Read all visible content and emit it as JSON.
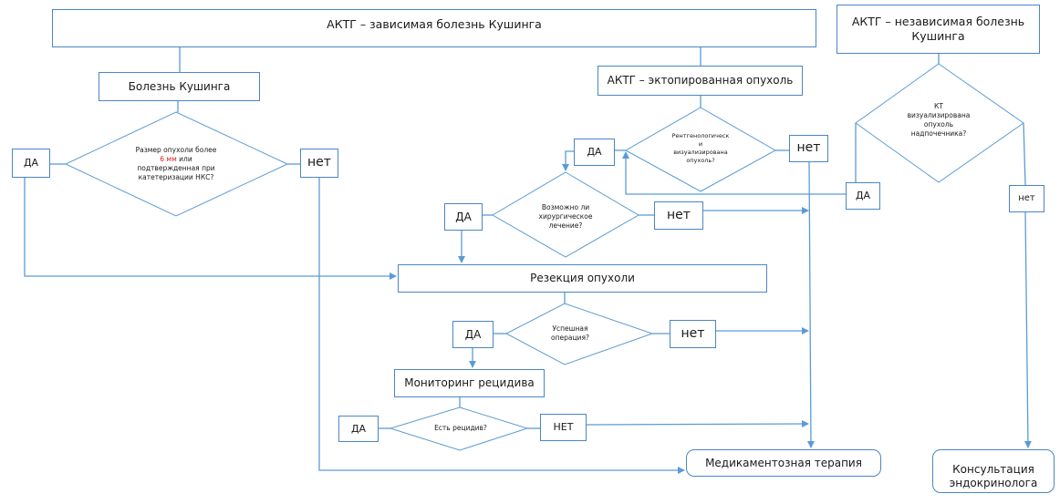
{
  "diagram": {
    "nodes": {
      "acth_dependent": "АКТГ – зависимая болезнь Кушинга",
      "cushing_disease": "Болезнь Кушинга",
      "q_tumor_size": {
        "line1": "Размер опухоли более",
        "highlight": "6 мм",
        "line2": " или",
        "line3": "подтвержденная при",
        "line4": "катетеризации НКС?"
      },
      "yes1": "ДА",
      "no1": "нет",
      "acth_ectopic": "АКТГ – эктопированная опухоль",
      "q_xray": [
        "Рентгенологическ",
        "и",
        "визуализирована",
        "опухоль?"
      ],
      "yes2": "ДА",
      "no2": "нет",
      "acth_independent": "АКТГ – независимая болезнь Кушинга",
      "q_ct": [
        "КТ",
        "визуализирована",
        "опухоль",
        "надпочечника?"
      ],
      "yes3": "ДА",
      "no3": "нет",
      "q_surgery": [
        "Возможно ли",
        "хирургическое",
        "лечение?"
      ],
      "yes4": "ДА",
      "no4": "нет",
      "resection": "Резекция опухоли",
      "q_success": [
        "Успешная",
        "операция?"
      ],
      "yes5": "ДА",
      "no5": "нет",
      "monitoring": "Мониторинг рецидива",
      "q_relapse": "Есть рецидив?",
      "yes6": "ДА",
      "no6": "НЕТ",
      "medication": "Медикаментозная терапия",
      "consultation": "Консультация эндокринолога"
    },
    "colors": {
      "line": "#5b9bd5",
      "border": "#4a86c5",
      "highlight": "#e02020"
    }
  }
}
